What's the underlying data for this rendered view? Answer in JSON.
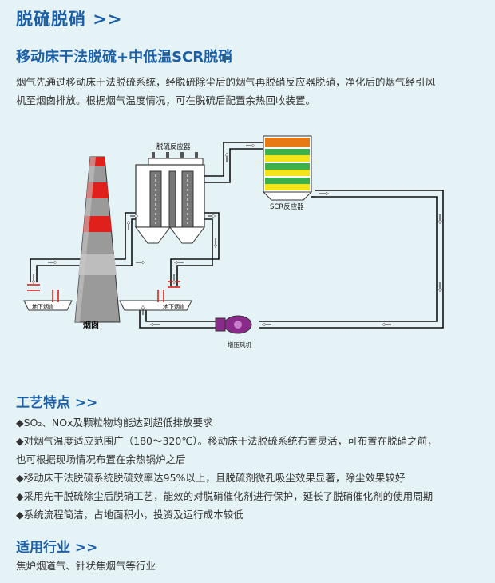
{
  "page": {
    "title": "脱硫脱硝 >>",
    "subtitle": "移动床干法脱硫+中低温SCR脱硝",
    "intro_line1": "烟气先通过移动床干法脱硫系统，经脱硫除尘后的烟气再脱硝反应器脱硝，净化后的烟气经引风",
    "intro_line2": "机至烟囱排放。根据烟气温度情况，可在脱硫后配置余热回收装置。"
  },
  "diagram": {
    "label_reactor": "脱硫反应器",
    "label_scr": "SCR反应器",
    "label_chimney": "烟囱",
    "label_fan": "增压风机",
    "label_flue_left": "地下烟道",
    "label_flue_right": "地下烟道",
    "colors": {
      "pipe": "#111111",
      "chimney_red": "#e0201a",
      "chimney_gray": "#9a9a9a",
      "scr_orange": "#e87a14",
      "scr_green": "#3cb04a",
      "scr_yellow": "#f2e418",
      "fan_purple": "#8a2a8a",
      "valve_red": "#e0201a"
    }
  },
  "features": {
    "heading": "工艺特点 >>",
    "items": [
      "◆SO₂、NOx及颗粒物均能达到超低排放要求",
      "◆对烟气温度适应范围广（180～320℃）。移动床干法脱硫系统布置灵活，可布置在脱硝之前，",
      "也可根据现场情况布置在余热锅炉之后",
      "◆移动床干法脱硫系统脱硫效率达95%以上，且脱硫剂微孔吸尘效果显著，除尘效果较好",
      "◆采用先干脱硫除尘后脱硝工艺，能效的对脱硝催化剂进行保护，延长了脱硝催化剂的使用周期",
      "◆系统流程简洁，占地面积小，投资及运行成本较低"
    ]
  },
  "industry": {
    "heading": "适用行业 >>",
    "text": "焦炉烟道气、针状焦烟气等行业"
  }
}
